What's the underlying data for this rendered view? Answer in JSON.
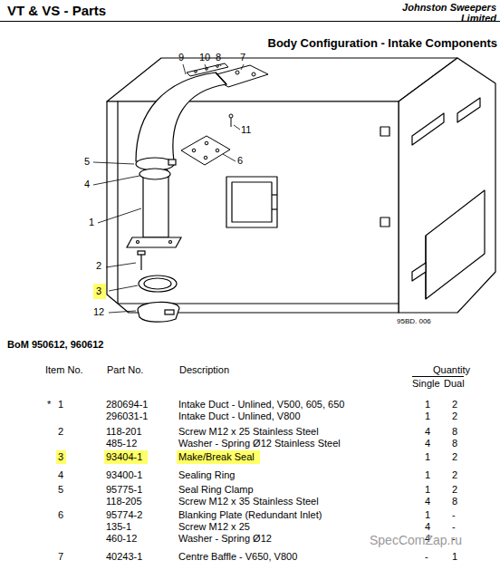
{
  "diagram": {
    "title": "Body Configuration - Intake Components",
    "labels": [
      "VT & VS - Parts",
      "Johnston Sweepers Limited",
      "9",
      "10",
      "8",
      "7",
      "11",
      "5",
      "6",
      "4",
      "1",
      "2",
      "3",
      "12",
      "95BD. 006",
      "BoM 950612, 960612",
      "Item No.",
      "Part No.",
      "Description",
      "Quantity",
      "Single",
      "Dual",
      "*",
      "1",
      "280694-1",
      "Intake Duct - Unlined, V500, 605, 650",
      "1",
      "2",
      "296031-1",
      "Intake Duct - Unlined, V800",
      "1",
      "2",
      "2",
      "118-201",
      "Screw M12 x 25 Stainless Steel",
      "4",
      "8",
      "485-12",
      "Washer - Spring Ø12 Stainless Steel",
      "4",
      "8",
      "3",
      "93404-1",
      "Make/Break Seal",
      "1",
      "2",
      "4",
      "93400-1",
      "Sealing Ring",
      "1",
      "2",
      "5",
      "95775-1",
      "Seal Ring Clamp",
      "1",
      "2",
      "118-205",
      "Screw M12 x 35 Stainless Steel",
      "4",
      "8",
      "6",
      "95774-2",
      "Blanking Plate (Redundant Inlet)",
      "1",
      "-",
      "135-1",
      "Screw M12 x 25",
      "4",
      "-",
      "460-12",
      "Washer - Spring Ø12",
      "4",
      "-",
      "7",
      "40243-1",
      "Centre Baffle - V650, V800",
      "-",
      "1",
      "SpecComZap.ru"
    ]
  }
}
